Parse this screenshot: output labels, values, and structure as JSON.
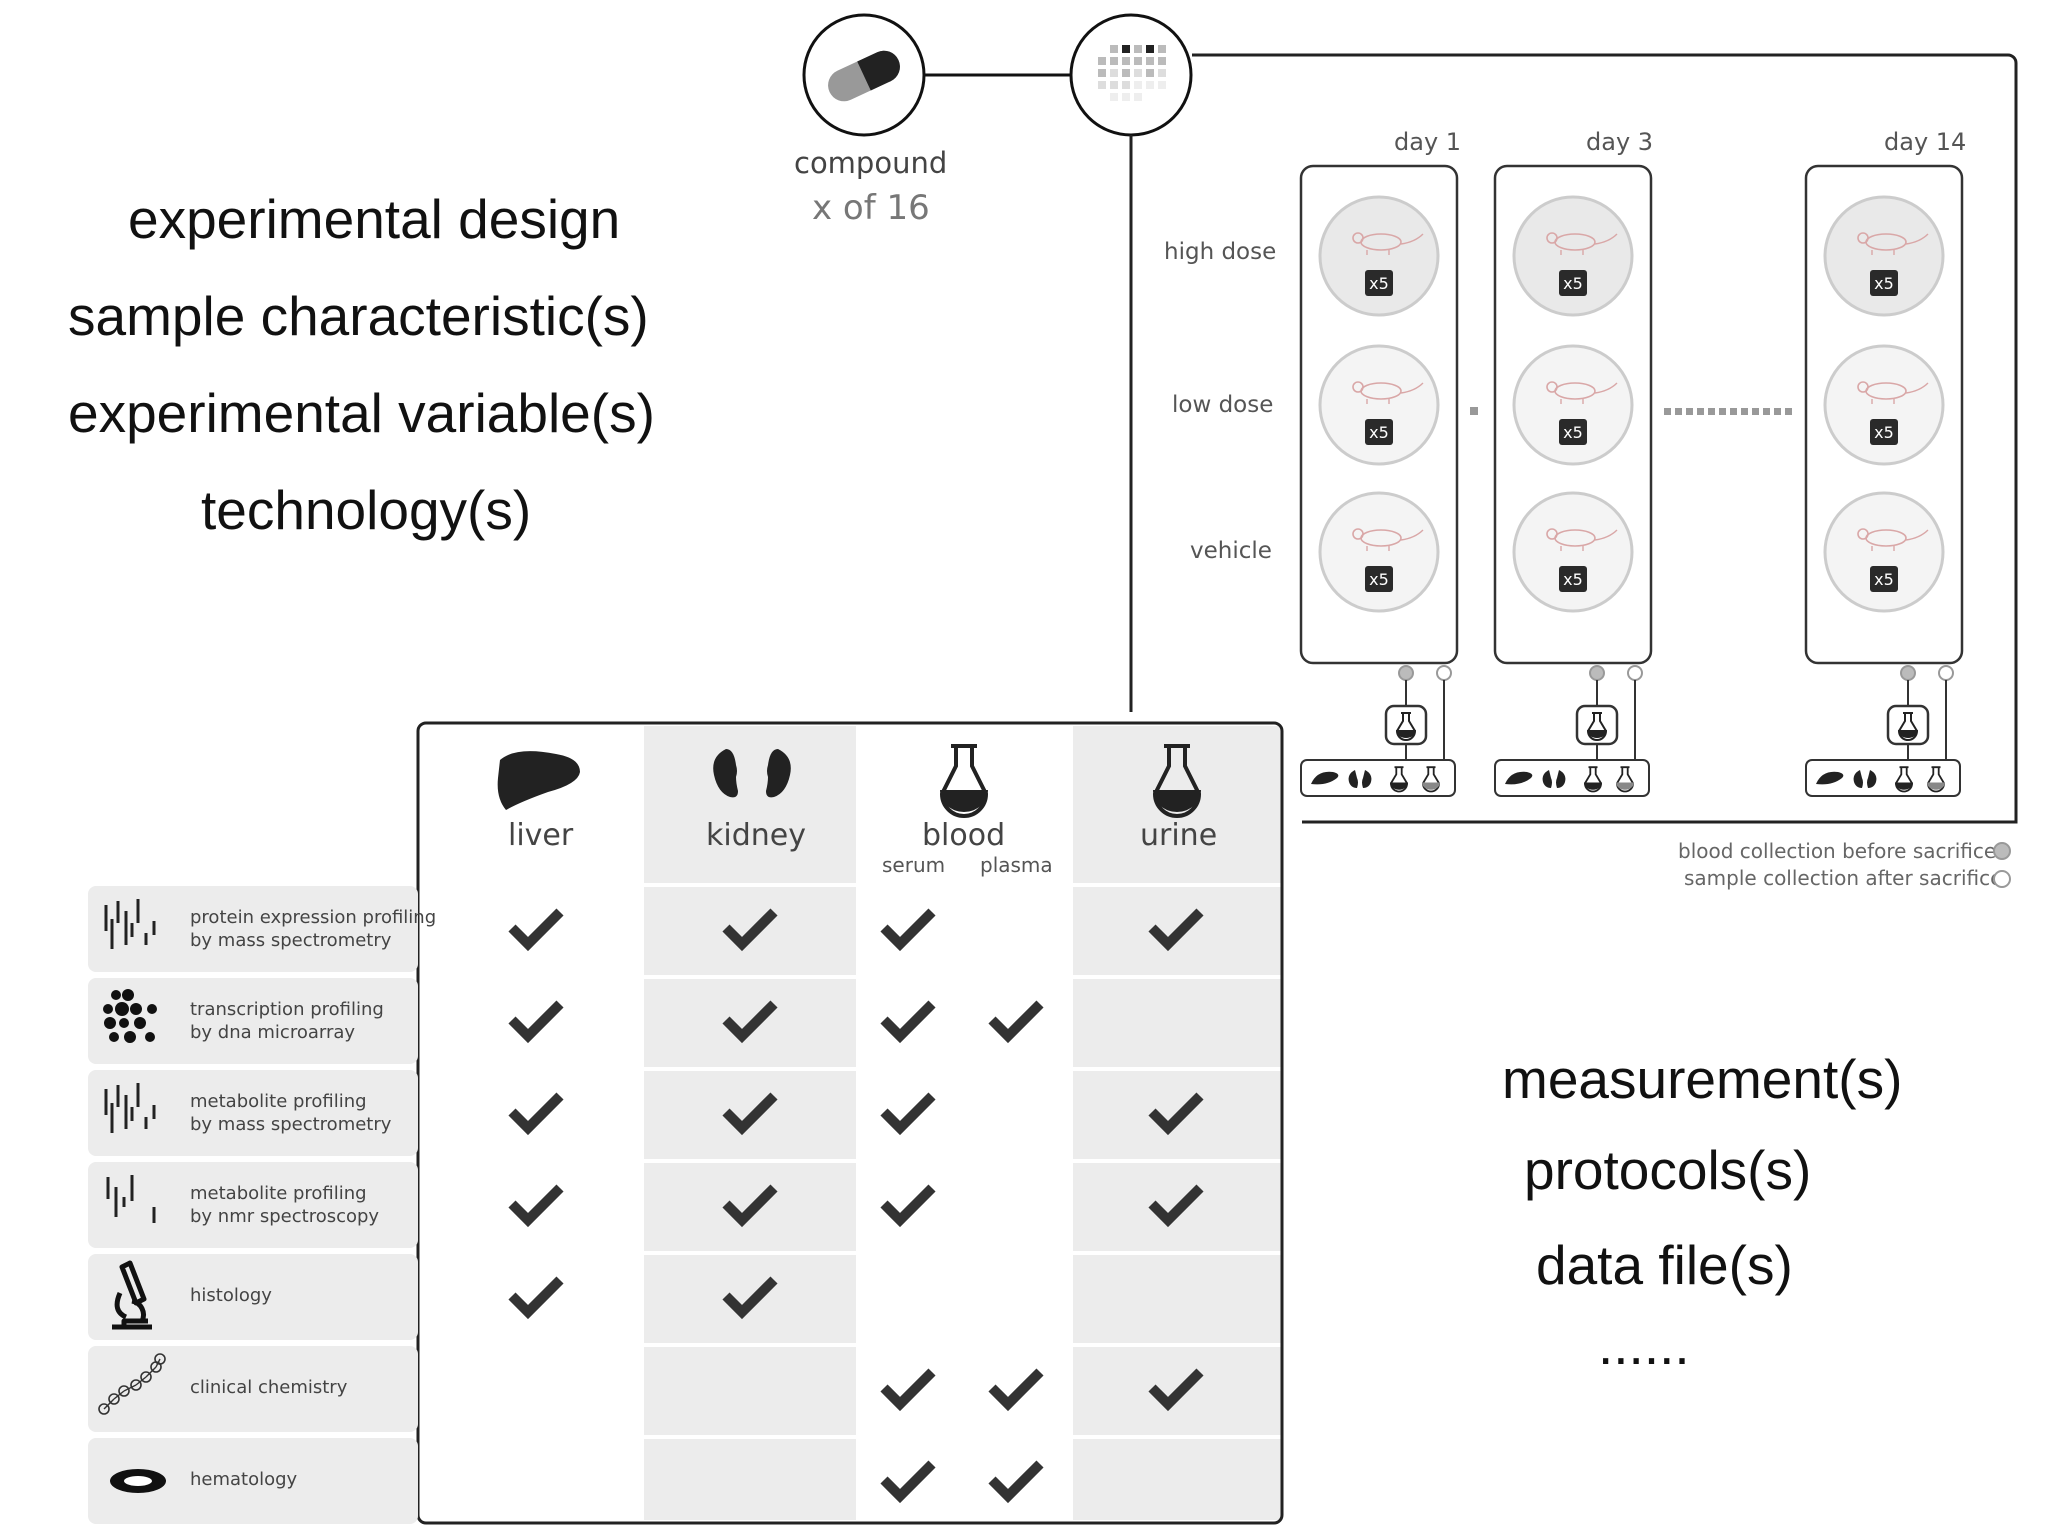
{
  "left_labels": {
    "experimental_design": "experimental design",
    "sample_characteristics": "sample characteristic(s)",
    "experimental_variables": "experimental variable(s)",
    "technologies": "technology(s)"
  },
  "right_labels": {
    "measurements": "measurement(s)",
    "protocols": "protocols(s)",
    "data_files": "data file(s)",
    "ellipsis": "......"
  },
  "compound": {
    "label": "compound",
    "count": "x of 16"
  },
  "study_design": {
    "days": [
      "day 1",
      "day 3",
      "day 14"
    ],
    "doses": [
      "high dose",
      "low dose",
      "vehicle"
    ],
    "group_size": "x5",
    "legend": {
      "before": "blood collection before sacrifice",
      "after": "sample collection after sacrifice"
    }
  },
  "assay_table": {
    "columns": [
      {
        "label": "liver",
        "icon": "liver-icon"
      },
      {
        "label": "kidney",
        "icon": "kidney-icon"
      },
      {
        "label": "blood",
        "icon": "flask-icon",
        "sub": [
          "serum",
          "plasma"
        ]
      },
      {
        "label": "urine",
        "icon": "flask-icon"
      }
    ],
    "rows": [
      {
        "label1": "protein expression profiling",
        "label2": "by mass spectrometry",
        "icon": "mass-spec-icon",
        "checks": {
          "liver": true,
          "kidney": true,
          "serum": true,
          "plasma": false,
          "urine": true
        }
      },
      {
        "label1": "transcription profiling",
        "label2": "by dna microarray",
        "icon": "microarray-icon",
        "checks": {
          "liver": true,
          "kidney": true,
          "serum": true,
          "plasma": true,
          "urine": false
        }
      },
      {
        "label1": "metabolite profiling",
        "label2": "by mass spectrometry",
        "icon": "mass-spec-icon",
        "checks": {
          "liver": true,
          "kidney": true,
          "serum": true,
          "plasma": false,
          "urine": true
        }
      },
      {
        "label1": "metabolite profiling",
        "label2": "by nmr spectroscopy",
        "icon": "nmr-icon",
        "checks": {
          "liver": true,
          "kidney": true,
          "serum": true,
          "plasma": false,
          "urine": true
        }
      },
      {
        "label1": "histology",
        "label2": "",
        "icon": "microscope-icon",
        "checks": {
          "liver": true,
          "kidney": true,
          "serum": false,
          "plasma": false,
          "urine": false
        }
      },
      {
        "label1": "clinical chemistry",
        "label2": "",
        "icon": "molecule-icon",
        "checks": {
          "liver": false,
          "kidney": false,
          "serum": true,
          "plasma": true,
          "urine": true
        }
      },
      {
        "label1": "hematology",
        "label2": "",
        "icon": "blood-cell-icon",
        "checks": {
          "liver": false,
          "kidney": false,
          "serum": true,
          "plasma": true,
          "urine": false
        }
      }
    ]
  }
}
